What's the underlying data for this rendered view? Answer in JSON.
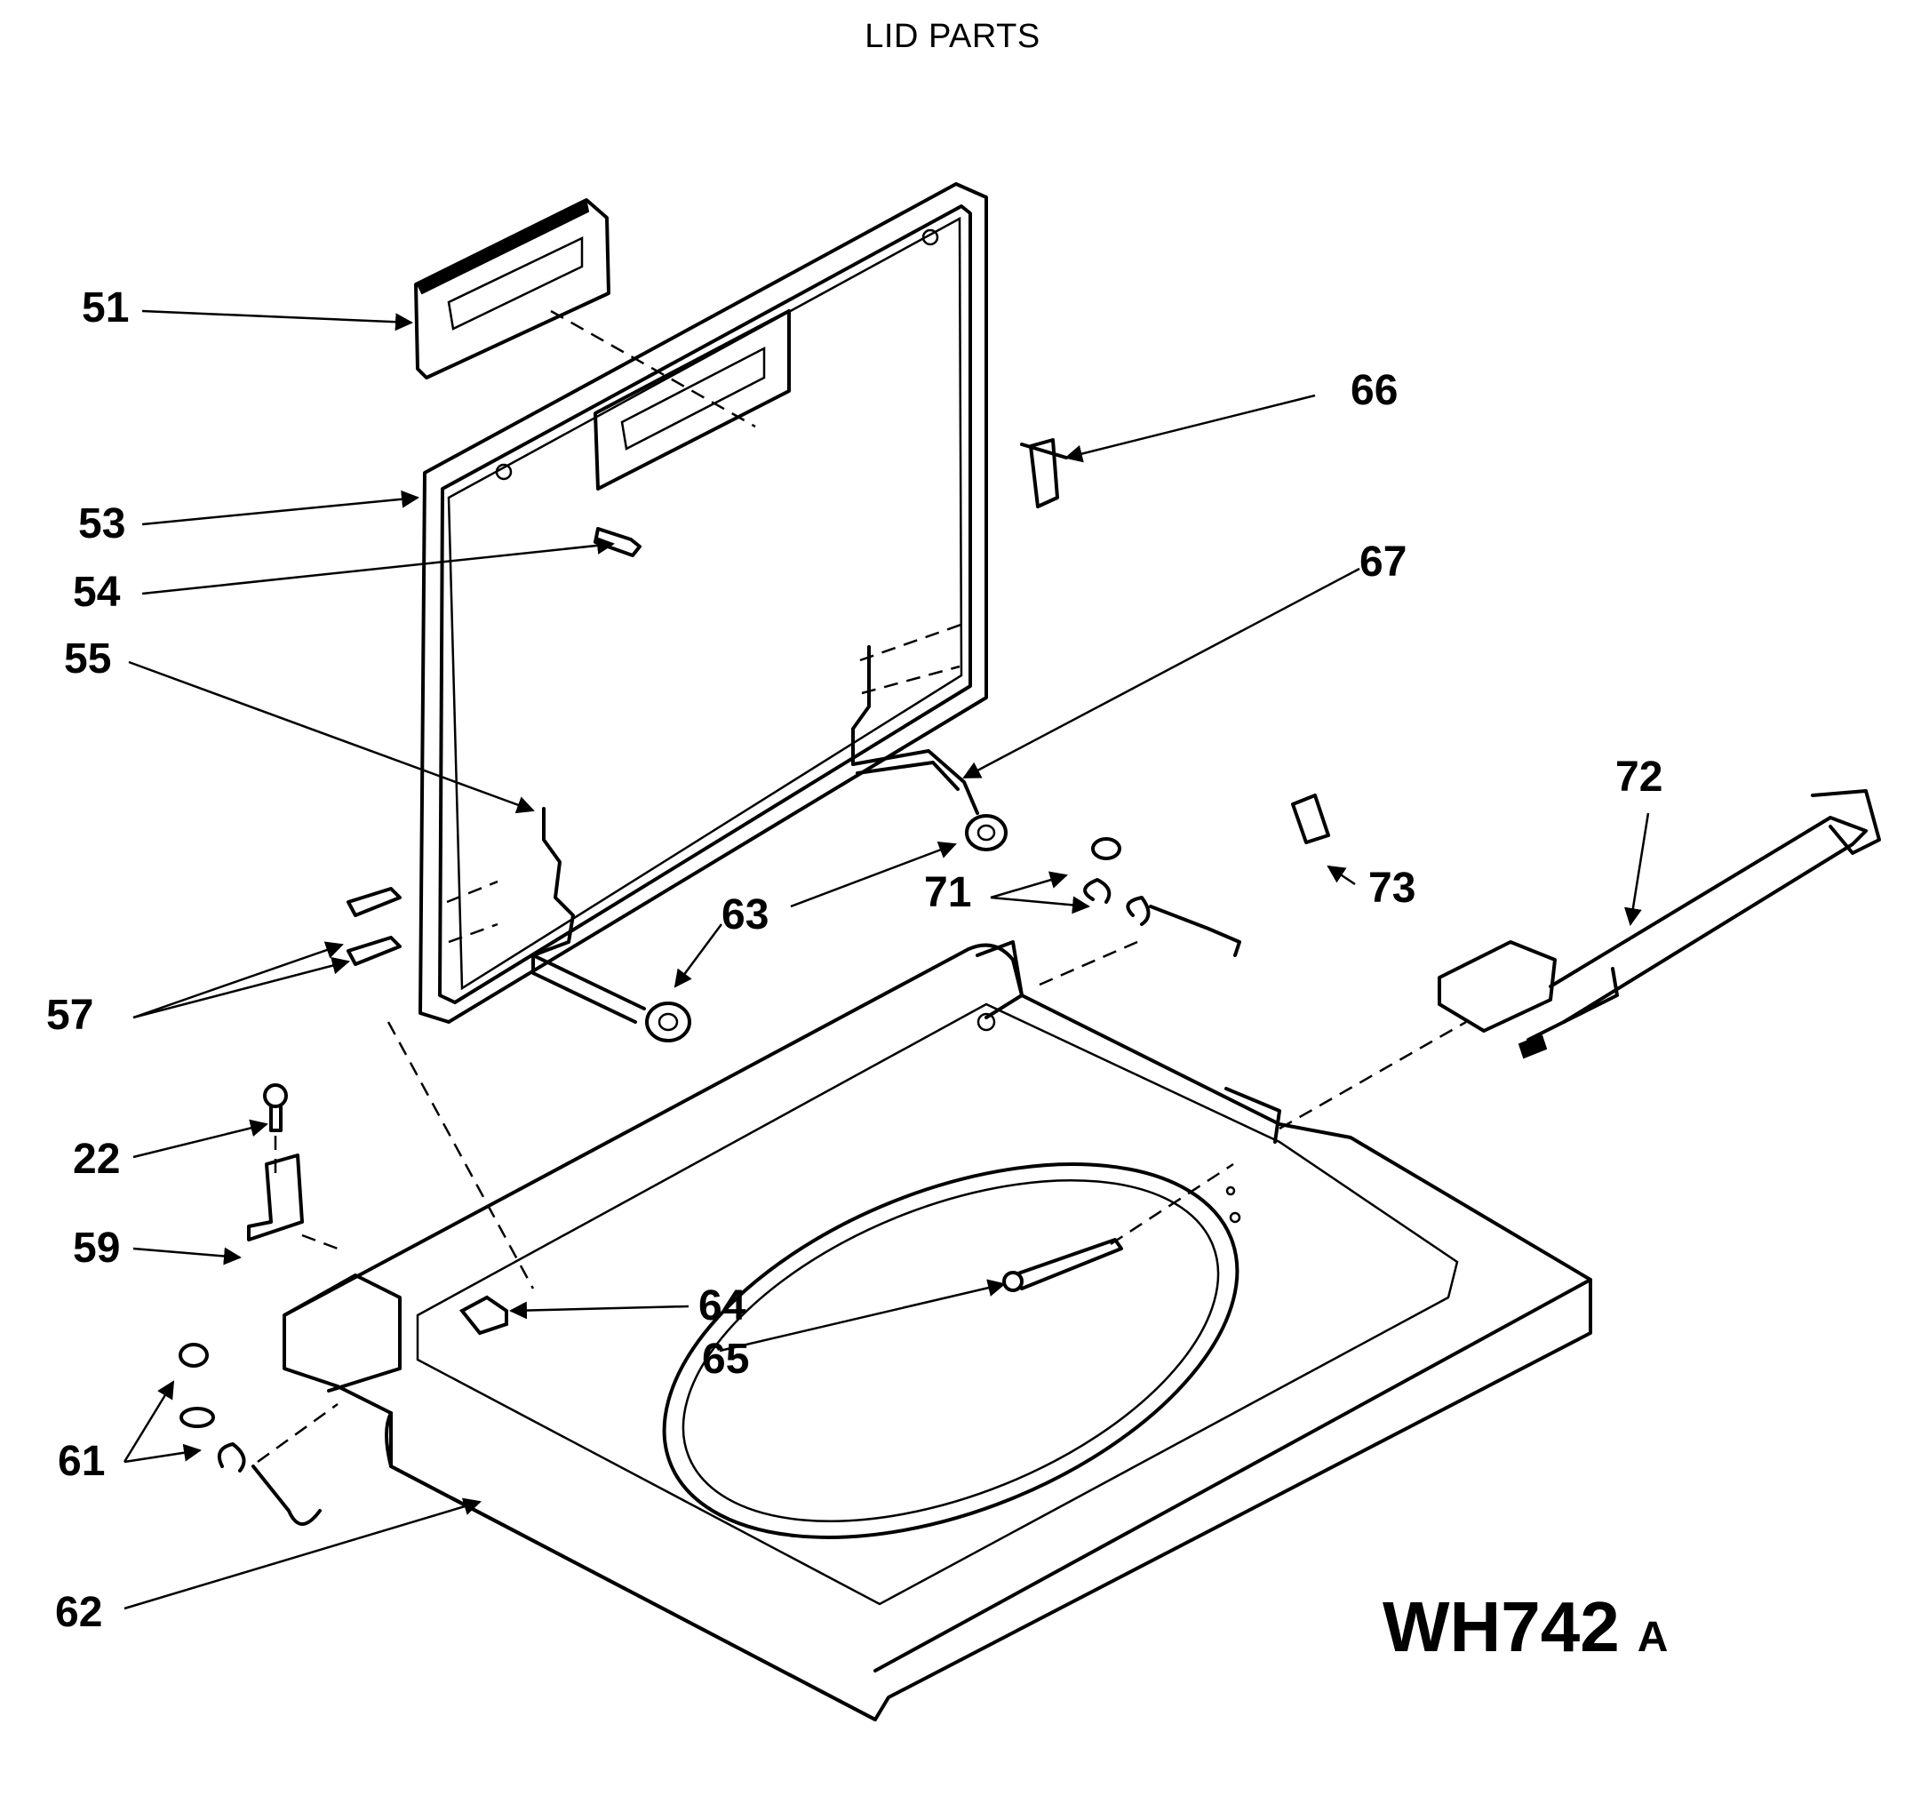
{
  "title": "LID PARTS",
  "diagram_code": "WH742",
  "diagram_code_suffix": "A",
  "callouts": [
    {
      "id": "c51",
      "label": "51"
    },
    {
      "id": "c53",
      "label": "53"
    },
    {
      "id": "c54",
      "label": "54"
    },
    {
      "id": "c55",
      "label": "55"
    },
    {
      "id": "c57",
      "label": "57"
    },
    {
      "id": "c22",
      "label": "22"
    },
    {
      "id": "c59",
      "label": "59"
    },
    {
      "id": "c61",
      "label": "61"
    },
    {
      "id": "c62",
      "label": "62"
    },
    {
      "id": "c63",
      "label": "63"
    },
    {
      "id": "c64",
      "label": "64"
    },
    {
      "id": "c65",
      "label": "65"
    },
    {
      "id": "c66",
      "label": "66"
    },
    {
      "id": "c67",
      "label": "67"
    },
    {
      "id": "c71",
      "label": "71"
    },
    {
      "id": "c72",
      "label": "72"
    },
    {
      "id": "c73",
      "label": "73"
    }
  ]
}
